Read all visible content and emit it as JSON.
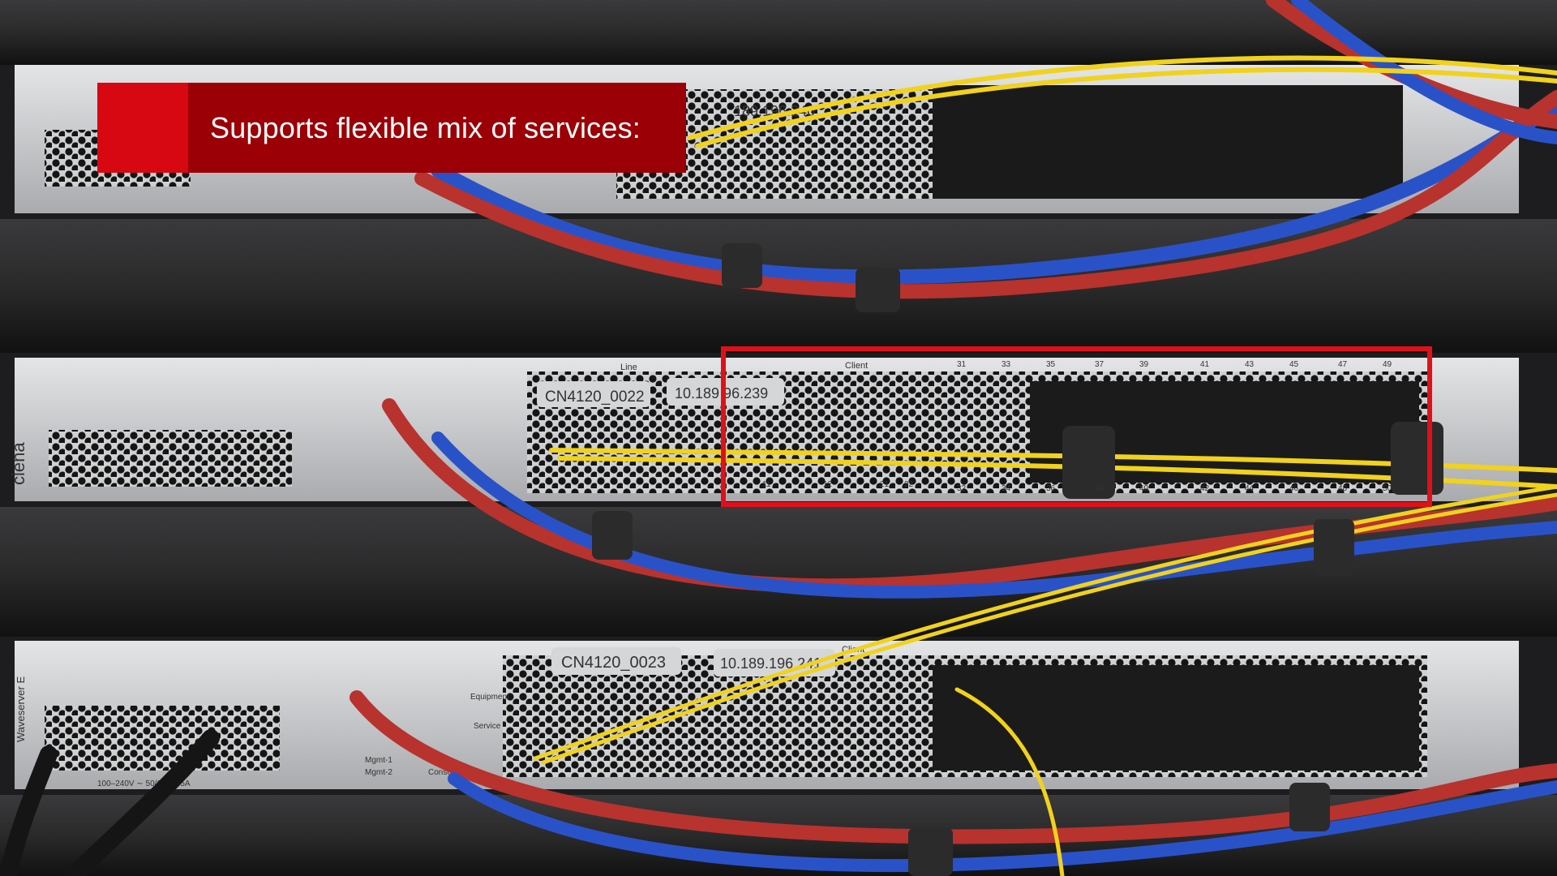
{
  "caption": {
    "text": "Supports flexible mix of services:"
  },
  "colors": {
    "caption_bg": "#9a0006",
    "caption_accent": "#d70812",
    "highlight": "#e0101a"
  },
  "units": [
    {
      "hostname": "",
      "ip": "189.196.240",
      "section_client": "",
      "section_line": ""
    },
    {
      "hostname": "CN4120_0022",
      "ip": "10.189 96.239",
      "section_client": "Client",
      "section_line": "Line"
    },
    {
      "hostname": "CN4120_0023",
      "ip": "10.189.196.241",
      "section_client": "Client",
      "section_line": ""
    }
  ],
  "panel_labels": {
    "power": "100–240V ∼ 50/60Hz, 5A",
    "mgmt1": "Mgmt-1",
    "mgmt2": "Mgmt-2",
    "console": "Console",
    "equipment": "Equipment",
    "service": "Service",
    "brand": "ciena",
    "product": "Waveserver E"
  },
  "port_numbers_bottom": [
    "11",
    "12",
    "21",
    "22",
    "32",
    "34",
    "36",
    "38",
    "40",
    "42",
    "44",
    "46",
    "48",
    "50"
  ],
  "port_numbers_top": [
    "31",
    "33",
    "35",
    "37",
    "39",
    "41",
    "43",
    "45",
    "47",
    "49"
  ]
}
